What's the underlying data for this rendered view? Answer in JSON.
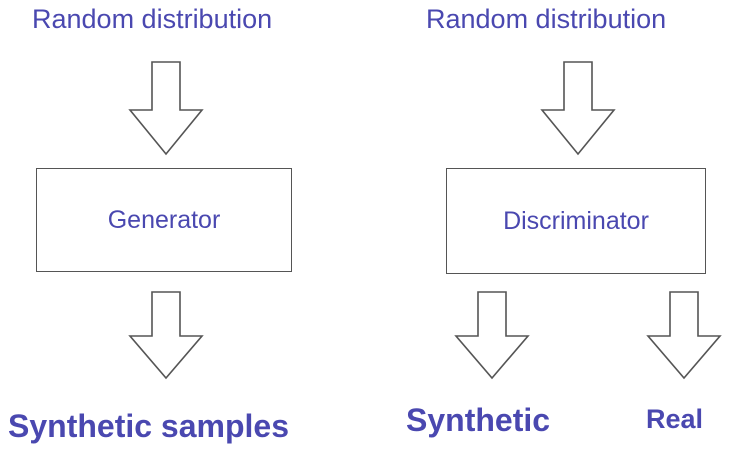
{
  "left": {
    "input_label": "Random distribution",
    "box_label": "Generator",
    "output_label": "Synthetic samples"
  },
  "right": {
    "input_label": "Random distribution",
    "box_label": "Discriminator",
    "output_synthetic_label": "Synthetic",
    "output_real_label": "Real"
  },
  "colors": {
    "text": "#4a48b0",
    "outline": "#555555"
  },
  "icons": {
    "arrow": "hollow-down-arrow"
  }
}
